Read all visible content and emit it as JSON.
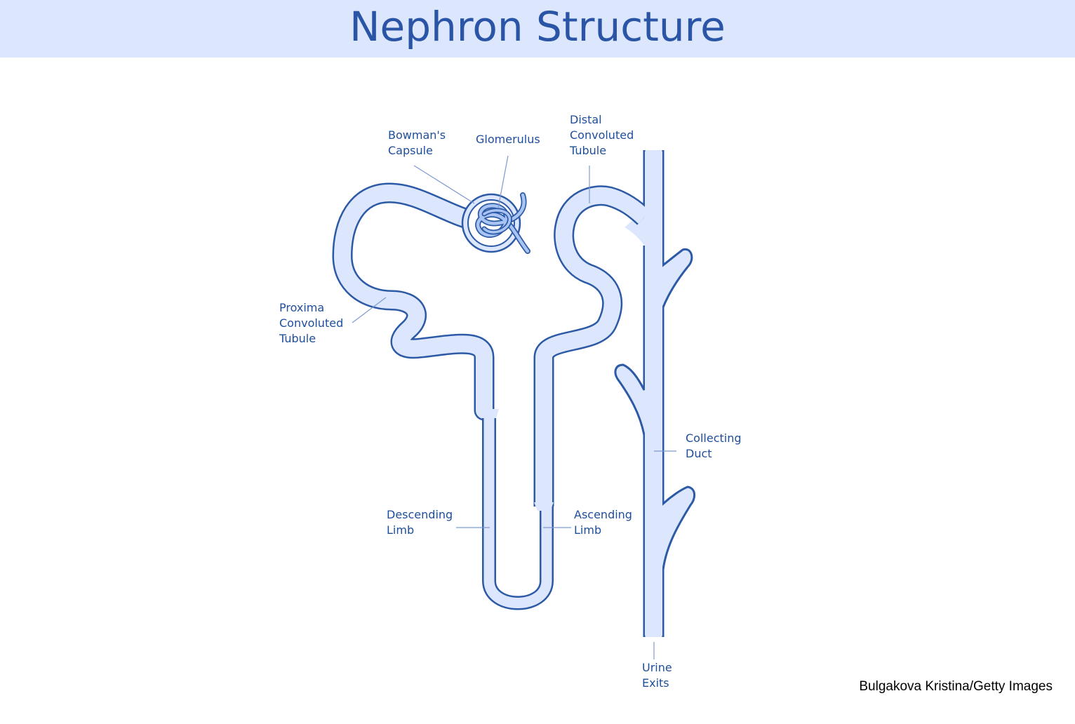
{
  "title": "Nephron Structure",
  "colors": {
    "header_bg": "#dce6fc",
    "title": "#2a55a6",
    "tube_outline": "#2c5aa6",
    "tube_fill": "#dce6fc",
    "glomerulus_fill": "#a9c4f2",
    "label_text": "#1e4e9c",
    "leader_line": "#7d9ad0"
  },
  "labels": {
    "bowmans_capsule": [
      "Bowman's",
      "Capsule"
    ],
    "glomerulus": [
      "Glomerulus"
    ],
    "distal_convoluted_tubule": [
      "Distal",
      "Convoluted",
      "Tubule"
    ],
    "proximal_convoluted_tubule": [
      "Proxima",
      "Convoluted",
      "Tubule"
    ],
    "collecting_duct": [
      "Collecting",
      "Duct"
    ],
    "descending_limb": [
      "Descending",
      "Limb"
    ],
    "ascending_limb": [
      "Ascending",
      "Limb"
    ],
    "urine_exits": [
      "Urine",
      "Exits"
    ]
  },
  "credit": "Bulgakova Kristina/Getty Images"
}
